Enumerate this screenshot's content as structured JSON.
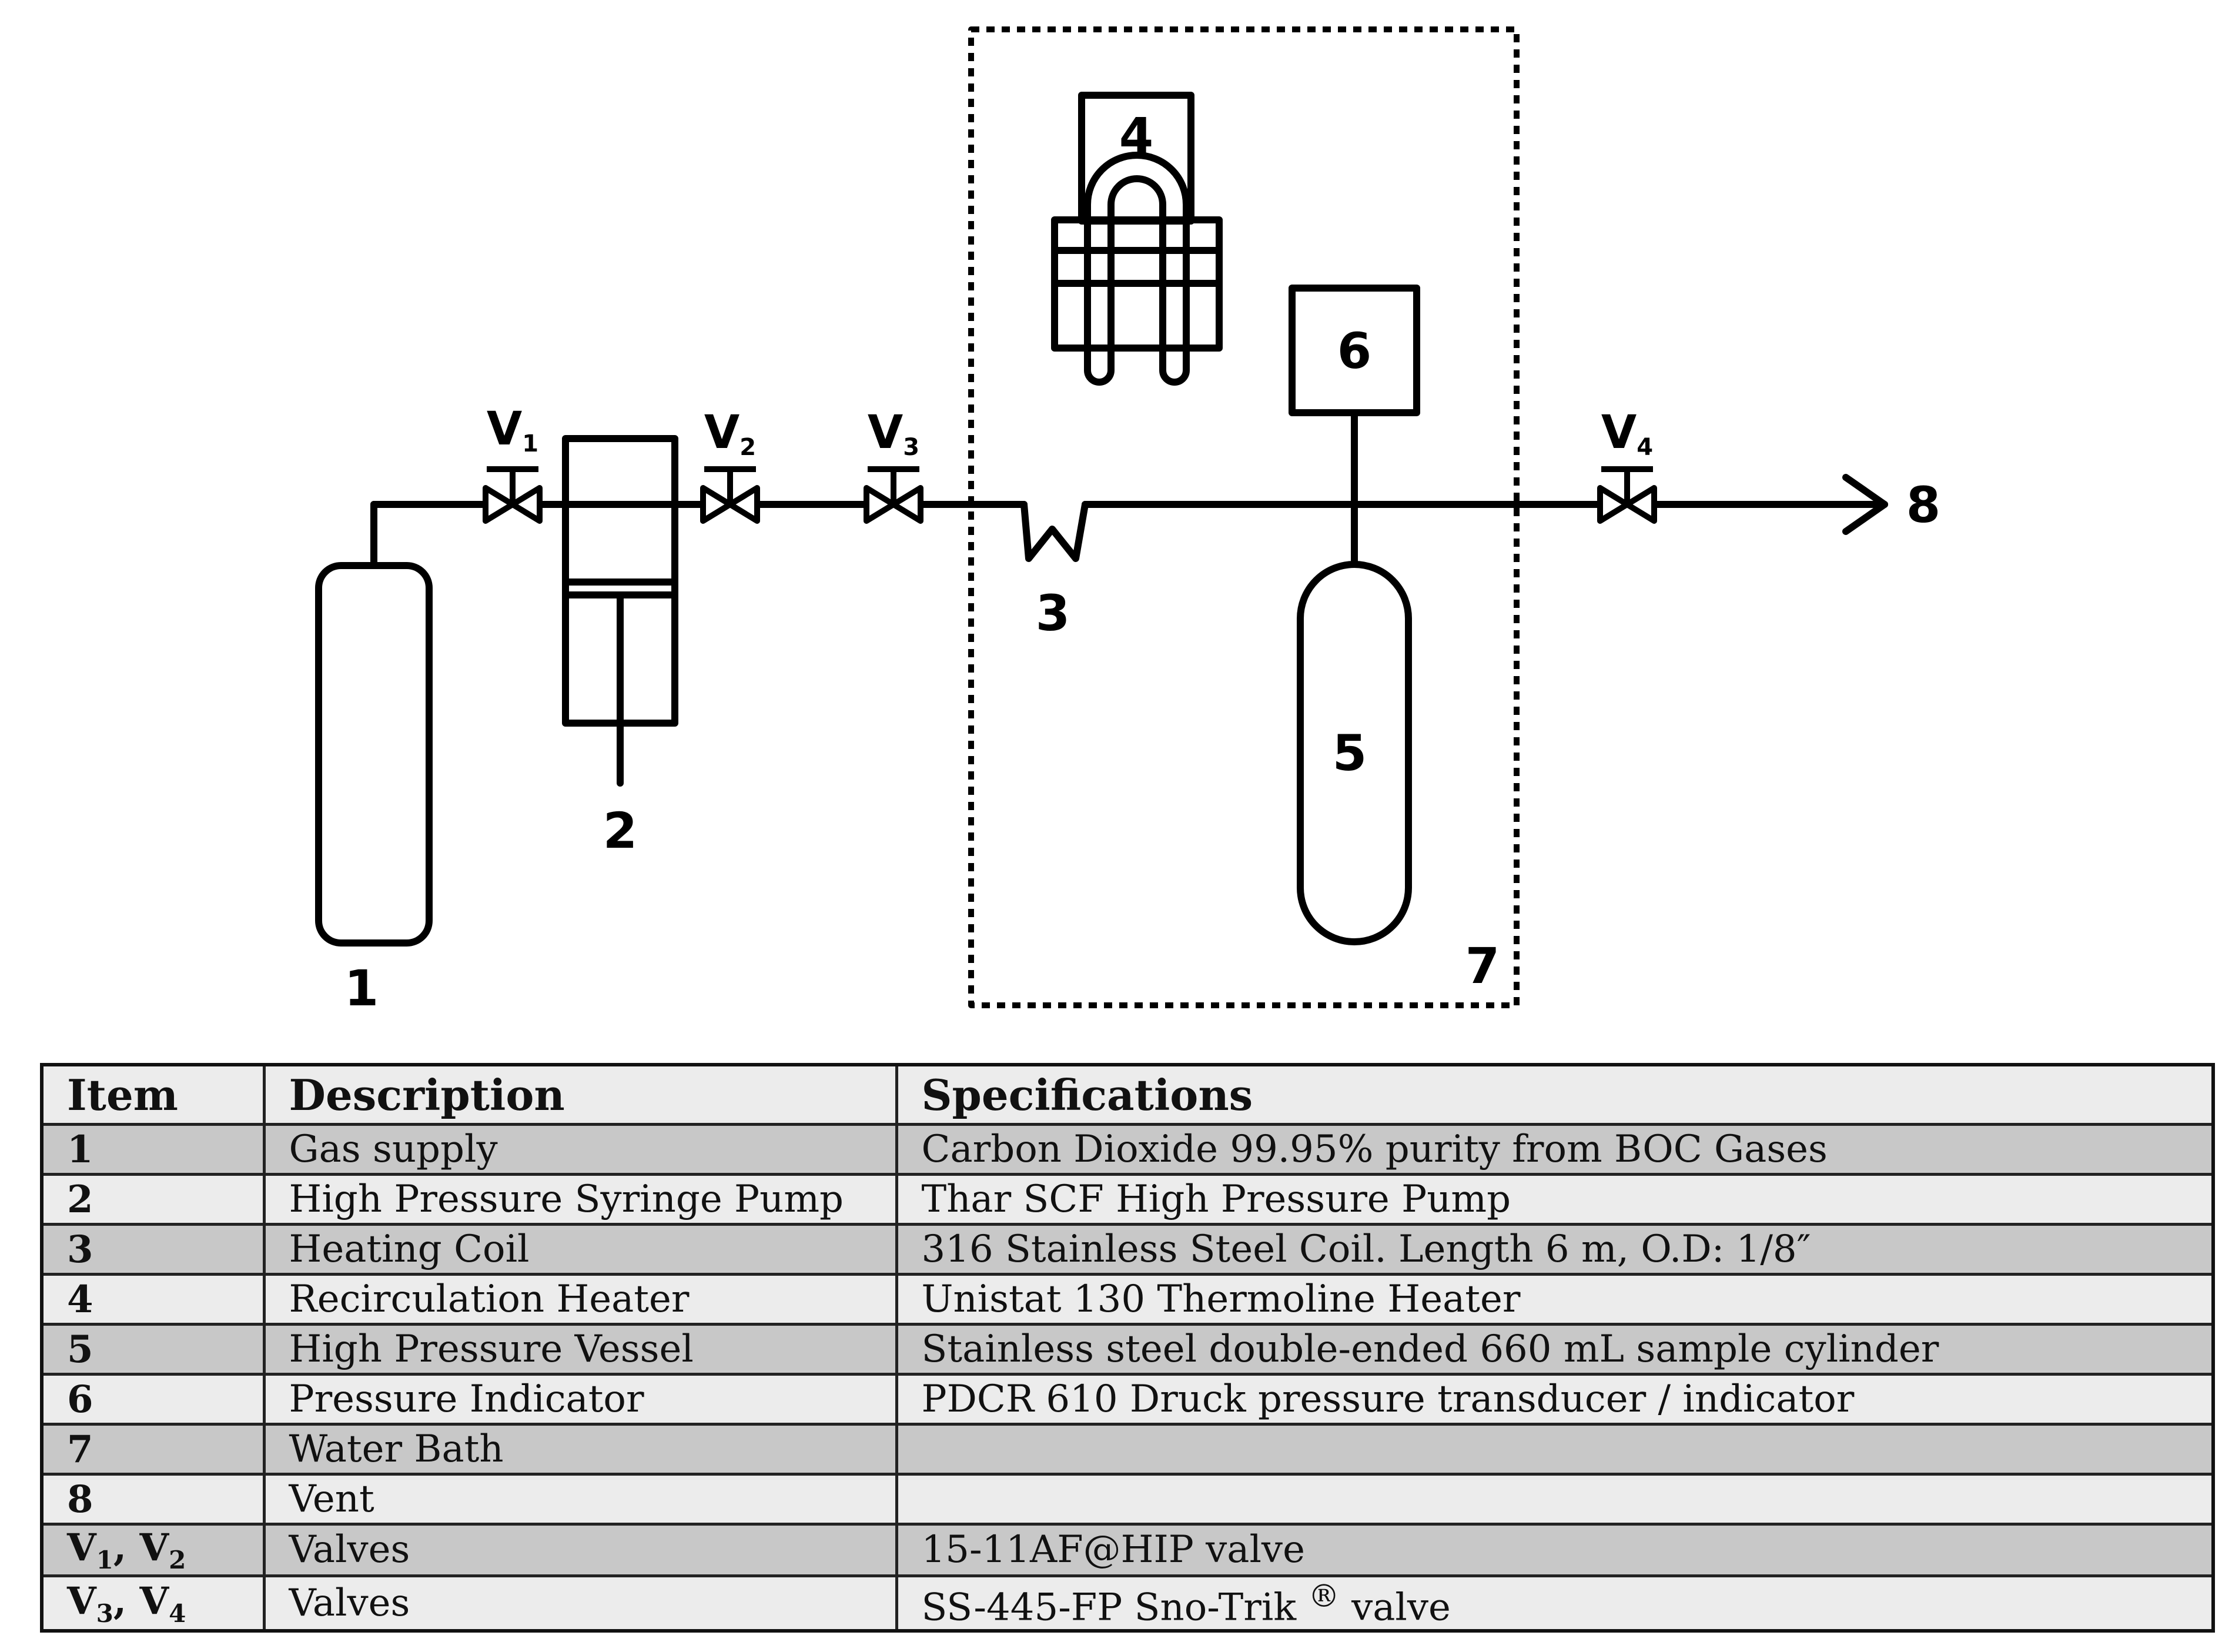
{
  "diagram": {
    "numbers": [
      "1",
      "2",
      "3",
      "4",
      "5",
      "6",
      "7",
      "8"
    ],
    "valves": [
      {
        "letter": "V",
        "sub": "1"
      },
      {
        "letter": "V",
        "sub": "2"
      },
      {
        "letter": "V",
        "sub": "3"
      },
      {
        "letter": "V",
        "sub": "4"
      }
    ]
  },
  "table": {
    "headers": [
      "Item",
      "Description",
      "Specifications"
    ],
    "rows": [
      {
        "item": "1",
        "description": "Gas supply",
        "spec": "Carbon Dioxide 99.95% purity from BOC Gases"
      },
      {
        "item": "2",
        "description": "High Pressure Syringe Pump",
        "spec": "Thar SCF High Pressure Pump"
      },
      {
        "item": "3",
        "description": "Heating Coil",
        "spec": "316 Stainless Steel Coil. Length 6 m, O.D: 1/8″"
      },
      {
        "item": "4",
        "description": "Recirculation Heater",
        "spec": "Unistat 130 Thermoline Heater"
      },
      {
        "item": "5",
        "description": "High Pressure Vessel",
        "spec": "Stainless steel double-ended 660 mL sample cylinder"
      },
      {
        "item": "6",
        "description": "Pressure Indicator",
        "spec": "PDCR 610 Druck pressure transducer / indicator"
      },
      {
        "item": "7",
        "description": "Water Bath",
        "spec": ""
      },
      {
        "item": "8",
        "description": "Vent",
        "spec": ""
      },
      {
        "item_a": "V",
        "item_a_sub": "1",
        "item_sep": ", ",
        "item_b": "V",
        "item_b_sub": "2",
        "description": "Valves",
        "spec": "15-11AF@HIP valve"
      },
      {
        "item_a": "V",
        "item_a_sub": "3",
        "item_sep": ", ",
        "item_b": "V",
        "item_b_sub": "4",
        "description": "Valves",
        "spec": "SS-445-FP Sno-Trik",
        "spec_sup": "®",
        "spec_tail": " valve"
      }
    ]
  }
}
